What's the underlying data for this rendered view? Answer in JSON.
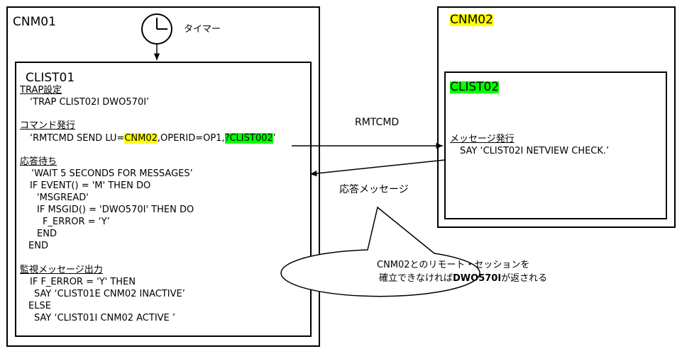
{
  "colors": {
    "highlight_yellow": "#ffff00",
    "highlight_green": "#00ff00",
    "stroke": "#000000"
  },
  "icons": {
    "timer": "clock-icon"
  },
  "cnm01": {
    "title": "CNM01"
  },
  "timer_label": "タイマー",
  "clist01": {
    "title": "CLIST01",
    "trap_heading": "TRAP設定",
    "trap_line": "‘TRAP CLIST02I DWO570I’",
    "cmd_heading": "コマンド発行",
    "cmd_line_prefix": "‘RMTCMD SEND LU=",
    "cmd_line_cnm": "CNM02",
    "cmd_line_mid": ",OPERID=OP1,",
    "cmd_line_clist": "?CLIST002",
    "cmd_line_suffix": "’",
    "wait_heading": "応答待ち",
    "wait_lines": [
      "‘WAIT 5 SECONDS FOR MESSAGES’",
      "IF EVENT() = 'M' THEN DO",
      "'MSGREAD'",
      "IF MSGID() = 'DWO570I' THEN DO",
      "F_ERROR = ‘Y’",
      "END",
      "END"
    ],
    "monitor_heading": "監視メッセージ出力",
    "monitor_lines": [
      "IF F_ERROR = 'Y' THEN",
      "SAY ‘CLIST01E CNM02 INACTIVE’",
      "ELSE",
      "SAY ‘CLIST01I CNM02 ACTIVE ’"
    ]
  },
  "cnm02": {
    "title": "CNM02"
  },
  "clist02": {
    "title": "CLIST02",
    "msg_heading": "メッセージ発行",
    "msg_line": "SAY ‘CLIST02I NETVIEW CHECK.’"
  },
  "arrows": {
    "rmtcmd_label": "RMTCMD",
    "response_label": "応答メッセージ"
  },
  "callout": {
    "line1": "CNM02とのリモート・セッションを",
    "line2_prefix": "確立できなければ",
    "line2_bold": "DWO570I",
    "line2_suffix": "が返される"
  }
}
